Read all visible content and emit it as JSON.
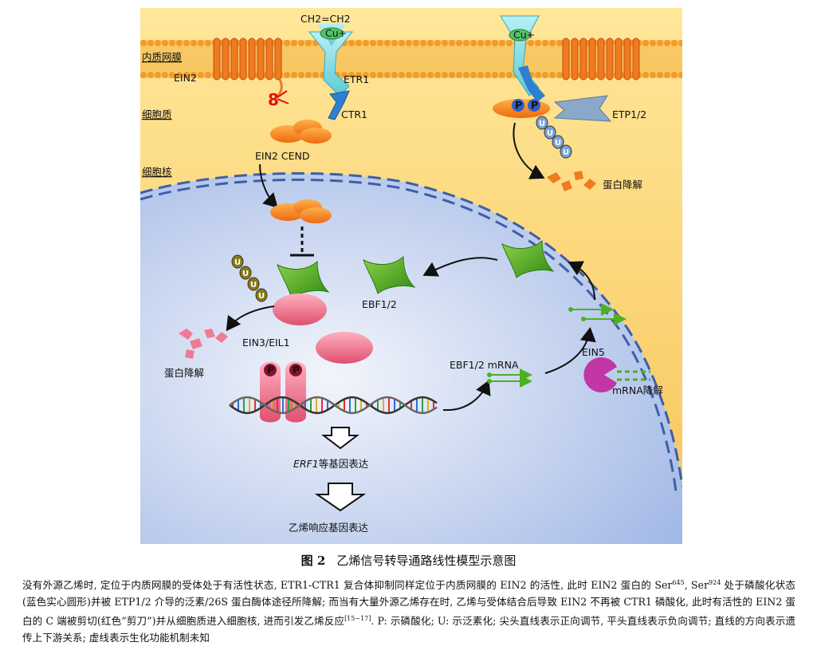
{
  "figure": {
    "labels": {
      "ethylene": "CH2=CH2",
      "copper": "Cu+",
      "er_membrane": "内质网膜",
      "cytoplasm": "细胞质",
      "nucleus": "细胞核",
      "ein2": "EIN2",
      "etr1": "ETR1",
      "ctr1": "CTR1",
      "ein2_cend": "EIN2 CEND",
      "etp12": "ETP1/2",
      "protein_degradation_top": "蛋白降解",
      "ebf12": "EBF1/2",
      "ein3_eil1": "EIN3/EIL1",
      "protein_degradation_left": "蛋白降解",
      "ebf12_mrna": "EBF1/2 mRNA",
      "ein5": "EIN5",
      "mrna_degradation": "mRNA降解",
      "erf1_gene": "ERF1",
      "erf1_suffix": "等基因表达",
      "ethylene_response": "乙烯响应基因表达",
      "phospho": "P",
      "ubiquitin": "U"
    }
  },
  "caption": {
    "number": "图 2",
    "title": "乙烯信号转导通路线性模型示意图",
    "body_1": "没有外源乙烯时, 定位于内质网膜的受体处于有活性状态, ETR1-CTR1 复合体抑制同样定位于内质网膜的 EIN2 的活性, 此时 EIN2 蛋白的 Ser",
    "sup_1": "645",
    "body_2": ", Ser",
    "sup_2": "924",
    "body_3": " 处于磷酸化状态(蓝色实心圆形)并被 ETP1/2 介导的泛素/26S 蛋白酶体途径所降解; 而当有大量外源乙烯存在时, 乙烯与受体结合后导致 EIN2 不再被 CTR1 磷酸化, 此时有活性的 EIN2 蛋白的 C 端被剪切(红色“剪刀”)并从细胞质进入细胞核, 进而引发乙烯反应",
    "sup_3": "[15~17]",
    "body_4": ". P: 示磷酸化; U: 示泛素化; 尖头直线表示正向调节, 平头直线表示负向调节; 直线的方向表示遗传上下游关系; 虚线表示生化功能机制未知"
  }
}
